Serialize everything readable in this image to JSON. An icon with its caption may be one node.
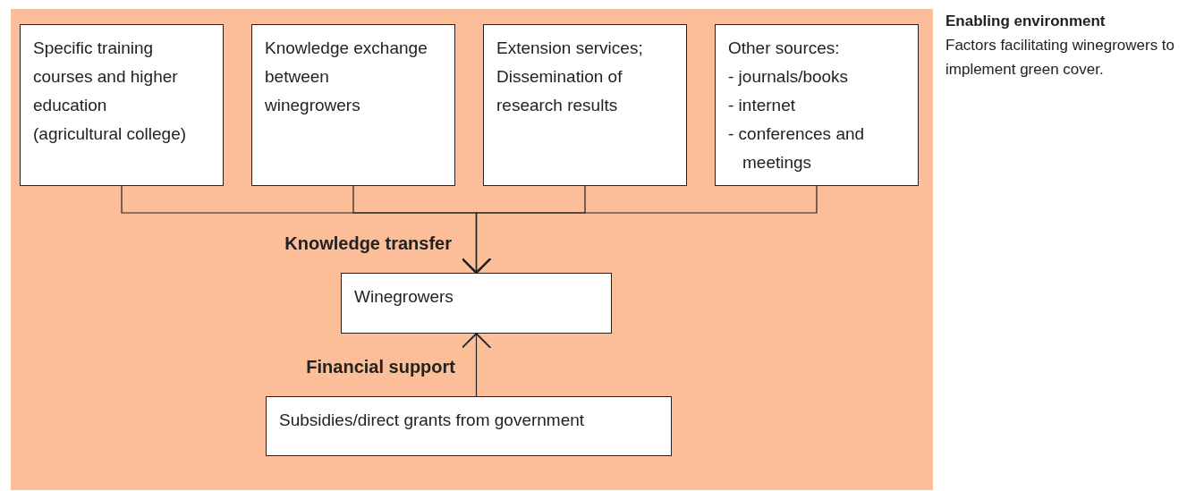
{
  "diagram": {
    "nodes": [
      {
        "text": [],
        "shape": "box",
        "beside": [
          "Enabling environment",
          "Factors facilitating winegrowers to implement green cover."
        ]
      },
      {
        "text": [
          "Specific training courses and higher education (agricultural college)"
        ],
        "in": 0
      },
      {
        "text": [
          "Knowledge exchange between winegrowers"
        ],
        "in": 0
      },
      {
        "text": [
          "Extension services;",
          "Dissemination of research results"
        ],
        "in": 0
      },
      {
        "text": [
          "Other sources:",
          "- journals/books",
          "- internet",
          "- conferences and meetings"
        ],
        "in": 0
      },
      {
        "text": [
          "Winegrowers"
        ],
        "in": 0
      },
      {
        "text": [
          "Subsidies/direct grants from government"
        ],
        "in": 0
      }
    ],
    "edges": [
      {
        "from": 1,
        "to": 5,
        "arrow": "to",
        "label": "Knowledge transfer"
      },
      {
        "from": 2,
        "to": 5,
        "arrow": "to"
      },
      {
        "from": 3,
        "to": 5,
        "arrow": "to"
      },
      {
        "from": 4,
        "to": 5,
        "arrow": "to"
      },
      {
        "from": 6,
        "to": 5,
        "arrow": "to",
        "label": "Financial support"
      }
    ]
  }
}
